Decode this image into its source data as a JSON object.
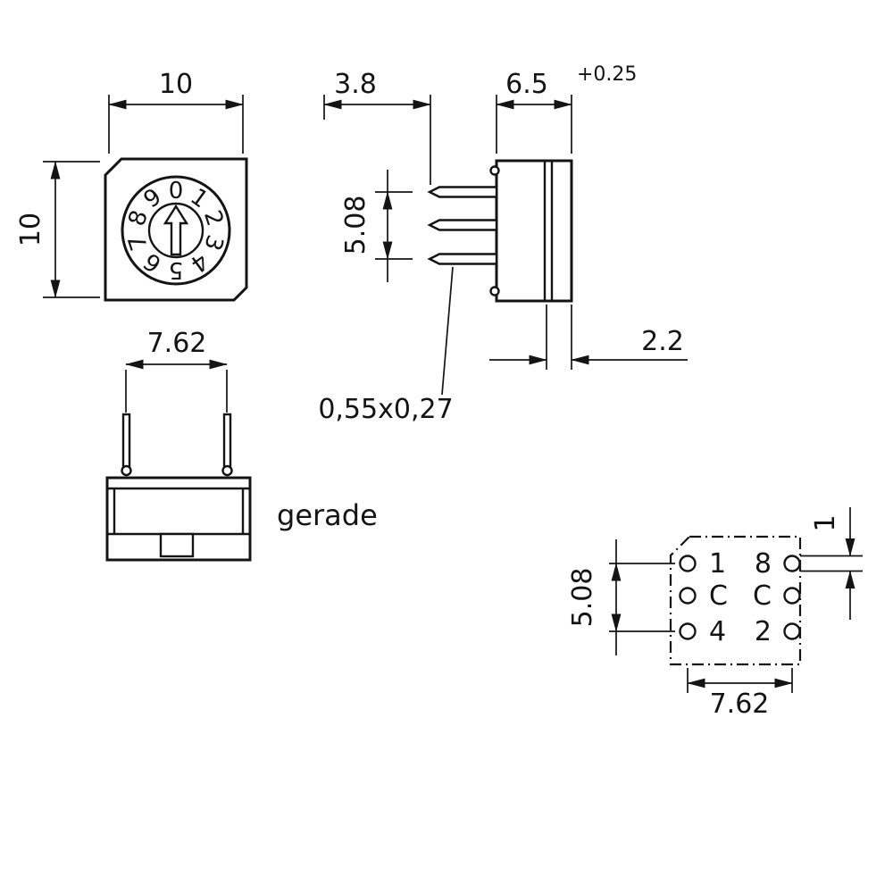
{
  "colors": {
    "ink": "#141414",
    "background": "#ffffff"
  },
  "front_view": {
    "width_dim": "10",
    "height_dim": "10",
    "dial_digits": [
      "0",
      "1",
      "2",
      "3",
      "4",
      "5",
      "6",
      "7",
      "8",
      "9"
    ]
  },
  "side_view": {
    "pin_offset_dim": "3.8",
    "body_depth_dim": "6.5",
    "body_depth_tolerance": "+0.25",
    "pin_pitch_dim": "5.08",
    "cap_width_dim": "2.2",
    "pin_cross_section_label": "0,55x0,27"
  },
  "bottom_view": {
    "pin_span_dim": "7.62",
    "orientation_label": "gerade"
  },
  "pinout_view": {
    "row_pitch_dim": "5.08",
    "column_pitch_dim": "7.62",
    "pin_diameter_dim": "1",
    "pin_labels": [
      "1",
      "8",
      "C",
      "C",
      "4",
      "2"
    ]
  }
}
